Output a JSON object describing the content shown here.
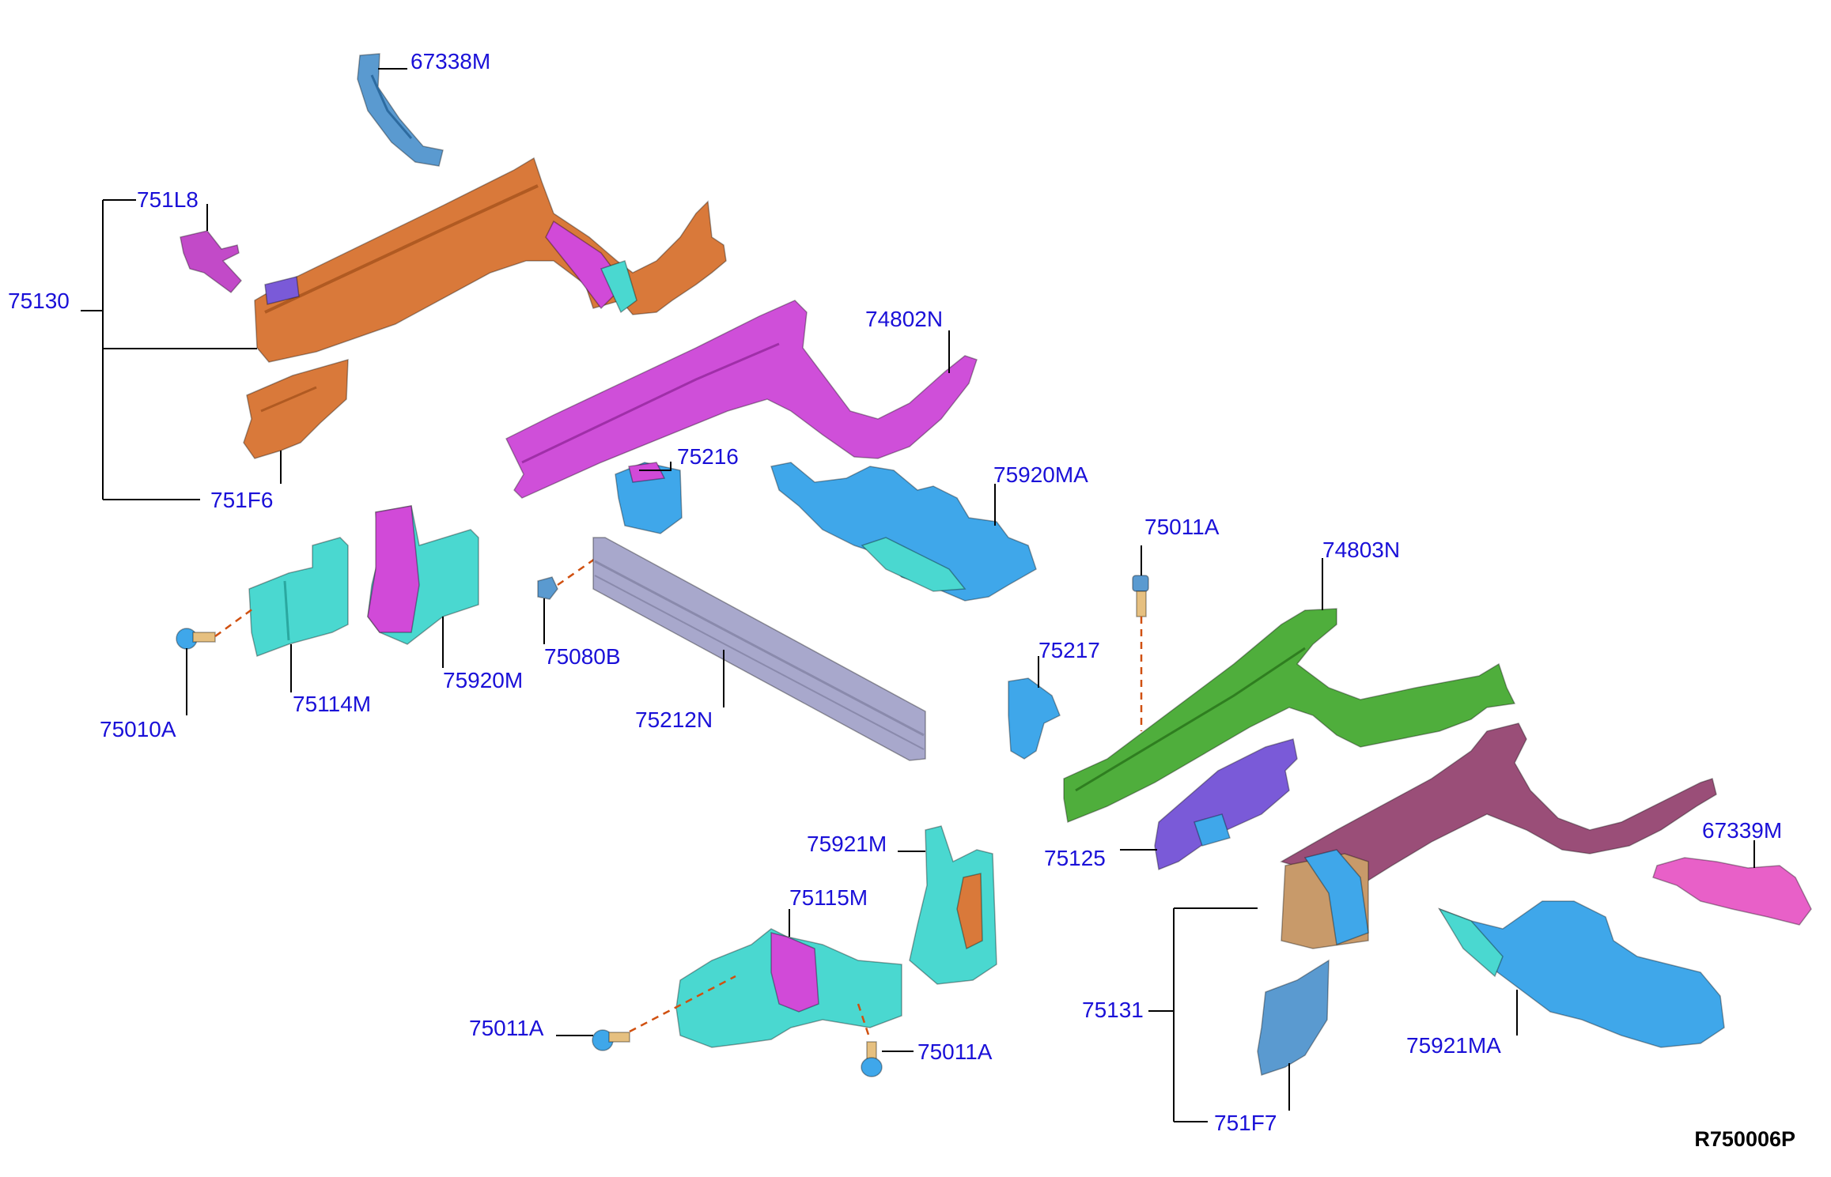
{
  "diagram": {
    "code": "R750006P",
    "colors": {
      "label": "#1a10d8",
      "orange": "#d9793a",
      "magenta": "#d14ad8",
      "cyan": "#4ad8d0",
      "blue": "#3fa7ea",
      "green": "#4fae3c",
      "plum": "#9a4e78",
      "purple": "#7a5ad8",
      "slate": "#a8a8cc",
      "pink": "#e860c8",
      "tan": "#c89a6a",
      "steel": "#5a9ad0"
    },
    "labels": {
      "l67338M": "67338M",
      "l751L8": "751L8",
      "l75130": "75130",
      "l751F6": "751F6",
      "l74802N": "74802N",
      "l75216": "75216",
      "l75920MA": "75920MA",
      "l75011A_top": "75011A",
      "l74803N": "74803N",
      "l75010A": "75010A",
      "l75114M": "75114M",
      "l75920M": "75920M",
      "l75080B": "75080B",
      "l75212N": "75212N",
      "l75217": "75217",
      "l75921M": "75921M",
      "l75125": "75125",
      "l67339M": "67339M",
      "l75115M": "75115M",
      "l75011A_left": "75011A",
      "l75011A_right": "75011A",
      "l75131": "75131",
      "l75921MA": "75921MA",
      "l751F7": "751F7"
    }
  }
}
